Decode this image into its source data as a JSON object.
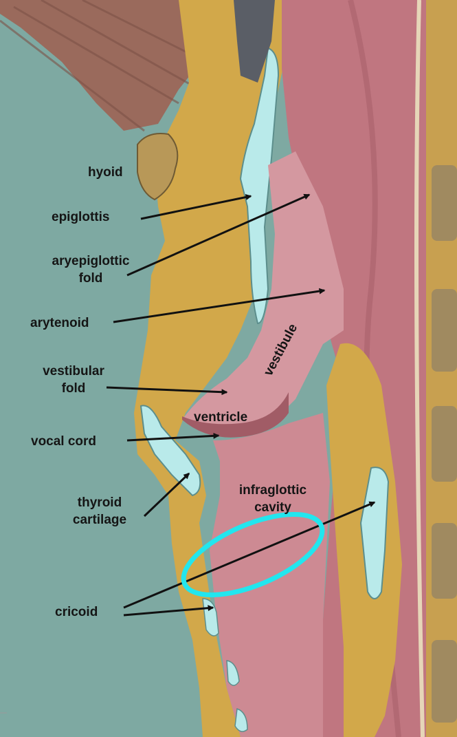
{
  "labels": {
    "hyoid": "hyoid",
    "epiglottis": "epiglottis",
    "aryepiglottic_fold": [
      "aryepiglottic",
      "fold"
    ],
    "arytenoid": "arytenoid",
    "vestibular_fold": [
      "vestibular",
      "fold"
    ],
    "vocal_cord": "vocal cord",
    "thyroid_cartilage": [
      "thyroid",
      "cartilage"
    ],
    "cricoid": "cricoid",
    "vestibule": "vestibule",
    "ventricle": "ventricle",
    "infraglottic_cavity": [
      "infraglottic",
      "cavity"
    ]
  },
  "colors": {
    "background": "#7ea9a2",
    "cartilage": "#d2a84a",
    "mucosa": "#c07680",
    "muscle": "#9a6a5c",
    "highlight_ellipse": "#22e6ee",
    "arrow": "#111111"
  }
}
